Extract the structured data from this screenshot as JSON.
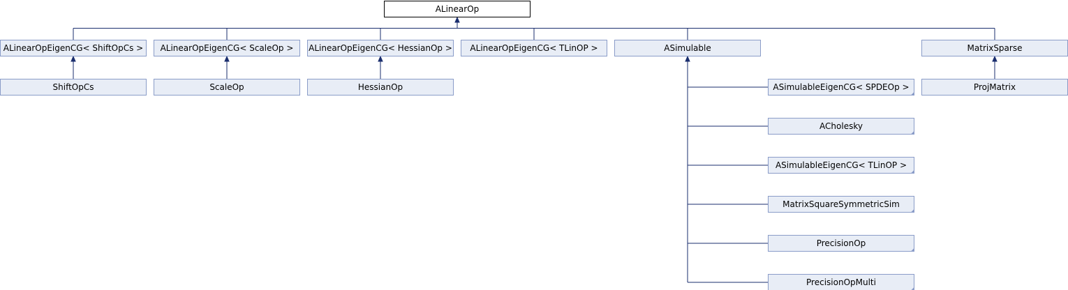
{
  "diagram": {
    "nodes": [
      {
        "id": "root",
        "label": "ALinearOp",
        "root": true
      },
      {
        "id": "eig_shift",
        "label": "ALinearOpEigenCG< ShiftOpCs >"
      },
      {
        "id": "eig_scale",
        "label": "ALinearOpEigenCG< ScaleOp >"
      },
      {
        "id": "eig_hess",
        "label": "ALinearOpEigenCG< HessianOp >"
      },
      {
        "id": "eig_tlin",
        "label": "ALinearOpEigenCG< TLinOP >"
      },
      {
        "id": "asimulable",
        "label": "ASimulable"
      },
      {
        "id": "matsparse",
        "label": "MatrixSparse"
      },
      {
        "id": "shiftopcs",
        "label": "ShiftOpCs"
      },
      {
        "id": "scaleop",
        "label": "ScaleOp"
      },
      {
        "id": "hessianop",
        "label": "HessianOp"
      },
      {
        "id": "projmatrix",
        "label": "ProjMatrix"
      },
      {
        "id": "sim_spde",
        "label": "ASimulableEigenCG< SPDEOp >",
        "more": true
      },
      {
        "id": "acholesky",
        "label": "ACholesky",
        "more": true
      },
      {
        "id": "sim_tlin",
        "label": "ASimulableEigenCG< TLinOP >",
        "more": true
      },
      {
        "id": "mss",
        "label": "MatrixSquareSymmetricSim",
        "more": true
      },
      {
        "id": "precop",
        "label": "PrecisionOp",
        "more": true
      },
      {
        "id": "precopmulti",
        "label": "PrecisionOpMulti",
        "more": true
      }
    ],
    "edges": [
      {
        "from": "eig_shift",
        "to": "root"
      },
      {
        "from": "eig_scale",
        "to": "root"
      },
      {
        "from": "eig_hess",
        "to": "root"
      },
      {
        "from": "eig_tlin",
        "to": "root"
      },
      {
        "from": "asimulable",
        "to": "root"
      },
      {
        "from": "matsparse",
        "to": "root"
      },
      {
        "from": "shiftopcs",
        "to": "eig_shift"
      },
      {
        "from": "scaleop",
        "to": "eig_scale"
      },
      {
        "from": "hessianop",
        "to": "eig_hess"
      },
      {
        "from": "projmatrix",
        "to": "matsparse"
      },
      {
        "from": "sim_spde",
        "to": "asimulable"
      },
      {
        "from": "acholesky",
        "to": "asimulable"
      },
      {
        "from": "sim_tlin",
        "to": "asimulable"
      },
      {
        "from": "mss",
        "to": "asimulable"
      },
      {
        "from": "precop",
        "to": "asimulable"
      },
      {
        "from": "precopmulti",
        "to": "asimulable"
      }
    ]
  }
}
